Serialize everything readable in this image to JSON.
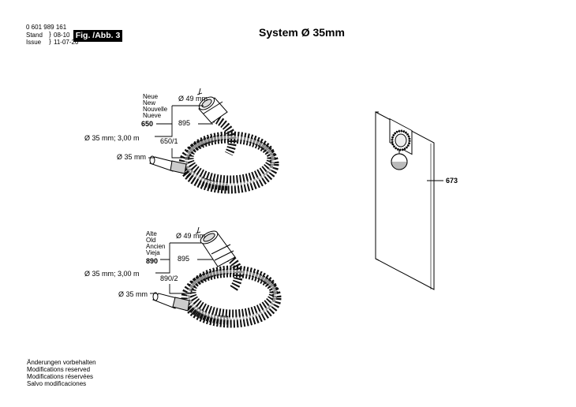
{
  "header": {
    "doc_number": "0 601 989 161",
    "stand_label": "Stand",
    "stand_value": "08-10",
    "issue_label": "Issue",
    "issue_value": "11-07-20",
    "fig_label": "Fig. /Abb. 3",
    "title": "System Ø 35mm"
  },
  "new_group": {
    "names": [
      "Neue",
      "New",
      "Nouvelle",
      "Nueve"
    ],
    "part": "650",
    "sub_part": "650/1",
    "fitting_part": "895",
    "dia_large": "Ø 49 mm",
    "hose_spec": "Ø 35 mm; 3,00 m",
    "dia_small": "Ø 35 mm"
  },
  "old_group": {
    "names": [
      "Alte",
      "Old",
      "Ancien",
      "Vieja"
    ],
    "part": "890",
    "sub_part": "890/2",
    "fitting_part": "895",
    "dia_large": "Ø 49 mm",
    "hose_spec": "Ø 35 mm; 3,00 m",
    "dia_small": "Ø 35 mm"
  },
  "bag": {
    "part": "673"
  },
  "footer": {
    "notes": [
      "Änderungen vorbehalten",
      "Modifications reserved",
      "Modifications réservées",
      "Salvo modificaciones"
    ]
  }
}
